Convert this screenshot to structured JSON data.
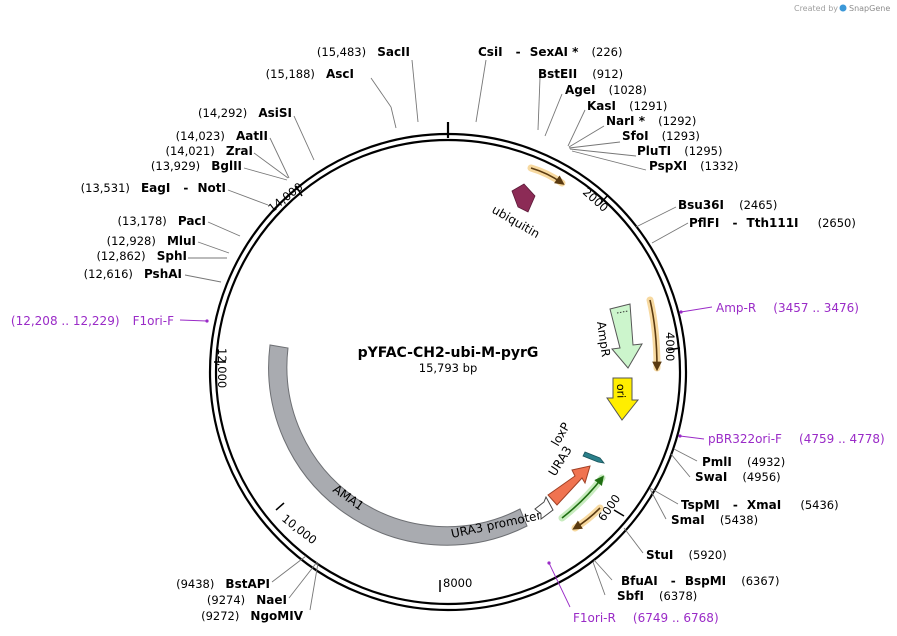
{
  "credit": {
    "prefix": "Created by",
    "brand": "SnapGene"
  },
  "plasmid": {
    "name": "pYFAC-CH2-ubi-M-pyrG",
    "size": "15,793 bp"
  },
  "ticks": [
    "2000",
    "4000",
    "6000",
    "8000",
    "10,000",
    "12,000",
    "14,000"
  ],
  "features": {
    "ubiquitin": "ubiquitin",
    "ampr": "AmpR",
    "ori": "ori",
    "loxp": "loxP",
    "ura3": "URA3",
    "ura3_promoter": "URA3 promoter",
    "ama1": "AMA1"
  },
  "sites": {
    "sacii": {
      "pos": "(15,483)",
      "name": "SacII"
    },
    "csii": {
      "name": "CsiI",
      "sep": "-",
      "name2": "SexAI *",
      "pos": "(226)"
    },
    "asci": {
      "pos": "(15,188)",
      "name": "AscI"
    },
    "bsteii": {
      "name": "BstEII",
      "pos": "(912)"
    },
    "agei": {
      "name": "AgeI",
      "pos": "(1028)"
    },
    "kasi": {
      "name": "KasI",
      "pos": "(1291)"
    },
    "nari": {
      "name": "NarI *",
      "pos": "(1292)"
    },
    "sfoi": {
      "name": "SfoI",
      "pos": "(1293)"
    },
    "pluti": {
      "name": "PluTI",
      "pos": "(1295)"
    },
    "pspxi": {
      "name": "PspXI",
      "pos": "(1332)"
    },
    "asisi": {
      "pos": "(14,292)",
      "name": "AsiSI"
    },
    "aatii": {
      "pos": "(14,023)",
      "name": "AatII"
    },
    "zrai": {
      "pos": "(14,021)",
      "name": "ZraI"
    },
    "bglii": {
      "pos": "(13,929)",
      "name": "BglII"
    },
    "eagi": {
      "pos": "(13,531)",
      "name": "EagI",
      "sep": "-",
      "name2": "NotI"
    },
    "bsu36i": {
      "name": "Bsu36I",
      "pos": "(2465)"
    },
    "pflfi": {
      "name": "PflFI",
      "sep": "-",
      "name2": "Tth111I",
      "pos": "(2650)"
    },
    "paci": {
      "pos": "(13,178)",
      "name": "PacI"
    },
    "mlui": {
      "pos": "(12,928)",
      "name": "MluI"
    },
    "sphi": {
      "pos": "(12,862)",
      "name": "SphI"
    },
    "pshai": {
      "pos": "(12,616)",
      "name": "PshAI"
    },
    "pmli": {
      "name": "PmlI",
      "pos": "(4932)"
    },
    "swai": {
      "name": "SwaI",
      "pos": "(4956)"
    },
    "tspmi": {
      "name": "TspMI",
      "sep": "-",
      "name2": "XmaI",
      "pos": "(5436)"
    },
    "smai": {
      "name": "SmaI",
      "pos": "(5438)"
    },
    "stui": {
      "name": "StuI",
      "pos": "(5920)"
    },
    "bfuai": {
      "name": "BfuAI",
      "sep": "-",
      "name2": "BspMI",
      "pos": "(6367)"
    },
    "sbfi": {
      "name": "SbfI",
      "pos": "(6378)"
    },
    "bstapi": {
      "pos": "(9438)",
      "name": "BstAPI"
    },
    "naei": {
      "pos": "(9274)",
      "name": "NaeI"
    },
    "ngomiv": {
      "pos": "(9272)",
      "name": "NgoMIV"
    }
  },
  "primers": {
    "ampr": {
      "name": "Amp-R",
      "pos": "(3457 .. 3476)"
    },
    "pbr322": {
      "name": "pBR322ori-F",
      "pos": "(4759 .. 4778)"
    },
    "f1ori_r": {
      "name": "F1ori-R",
      "pos": "(6749 .. 6768)"
    },
    "f1ori_f": {
      "pos": "(12,208 .. 12,229)",
      "name": "F1ori-F"
    }
  },
  "colors": {
    "backbone": "#000000",
    "ubiquitin": "#8c2b56",
    "ampr": "#ccf5cc",
    "ori": "#ffee00",
    "ura3": "#f07350",
    "loxp": "#2a7f8a",
    "ama1": "#a9abb0",
    "primer_arrow": "#b3802b",
    "primer_glow": "#f7d9a0",
    "green_arrow": "#3fae2a",
    "primer_label": "#9a2bc7"
  }
}
